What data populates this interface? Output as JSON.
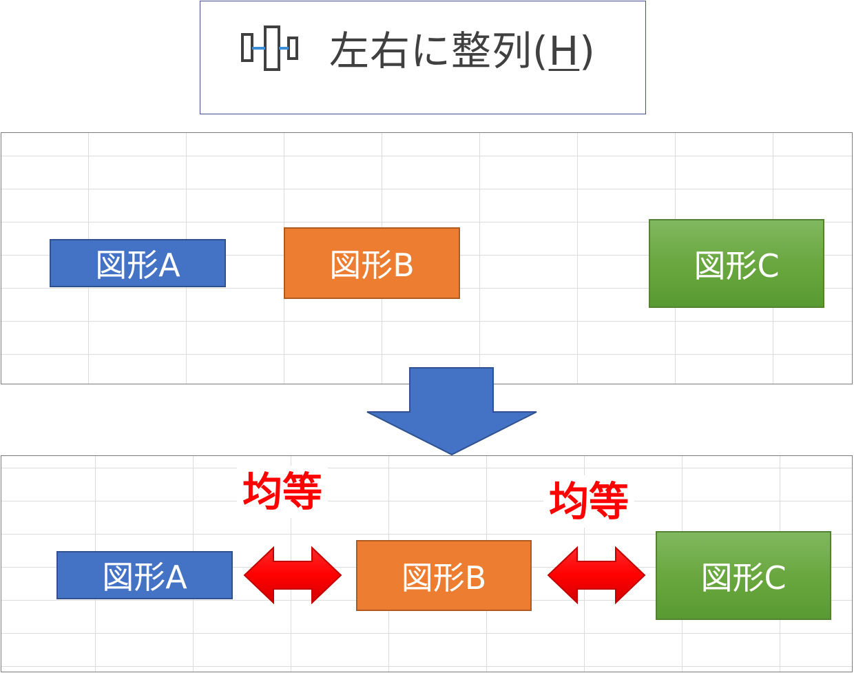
{
  "command": {
    "icon": "align-center-horizontal-icon",
    "label": "左右に整列(",
    "accelerator": "H",
    "label_end": ")"
  },
  "before": {
    "shape_a": "図形A",
    "shape_b": "図形B",
    "shape_c": "図形C"
  },
  "transition": {
    "icon": "down-arrow-icon"
  },
  "after": {
    "shape_a": "図形A",
    "shape_b": "図形B",
    "shape_c": "図形C",
    "gap_left": "均等",
    "gap_right": "均等",
    "gap_icon": "double-headed-arrow-icon"
  },
  "colors": {
    "shape_a_fill": "#4472c4",
    "shape_b_fill": "#ed7d31",
    "shape_c_fill": "#70ad47",
    "arrow_blue": "#4472c4",
    "gap_arrow_red": "#ff0000",
    "label_red": "#ff0000"
  }
}
